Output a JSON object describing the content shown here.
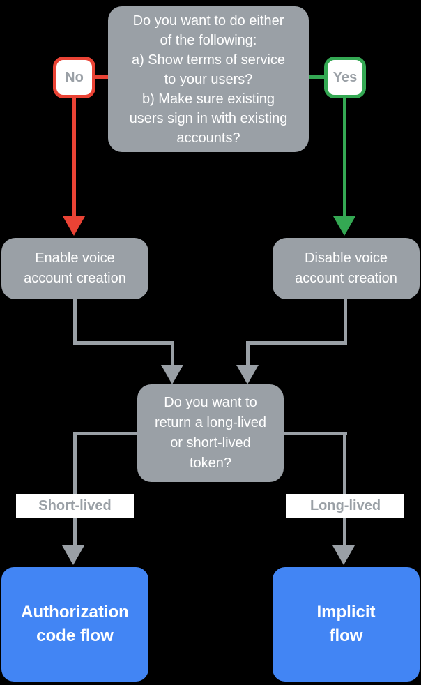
{
  "diagram": {
    "title": "Voice account creation decision flowchart",
    "colors": {
      "background": "#000000",
      "node_gray": "#9AA0A6",
      "no_red": "#EA4335",
      "yes_green": "#34A853",
      "result_blue": "#4285F4",
      "label_text": "#9AA0A6",
      "text_white": "#FFFFFF"
    },
    "nodes": {
      "root_question": "Do you want to do either\nof the following:\na) Show terms of service\nto your users?\nb) Make sure existing\nusers sign in with existing\naccounts?",
      "no_label": "No",
      "yes_label": "Yes",
      "enable_action": "Enable voice\naccount creation",
      "disable_action": "Disable voice\naccount creation",
      "token_question": "Do you want to\nreturn a long-lived\nor short-lived\ntoken?",
      "short_lived_label": "Short-lived",
      "long_lived_label": "Long-lived",
      "auth_code_result": "Authorization\ncode flow",
      "implicit_result": "Implicit\nflow"
    }
  }
}
